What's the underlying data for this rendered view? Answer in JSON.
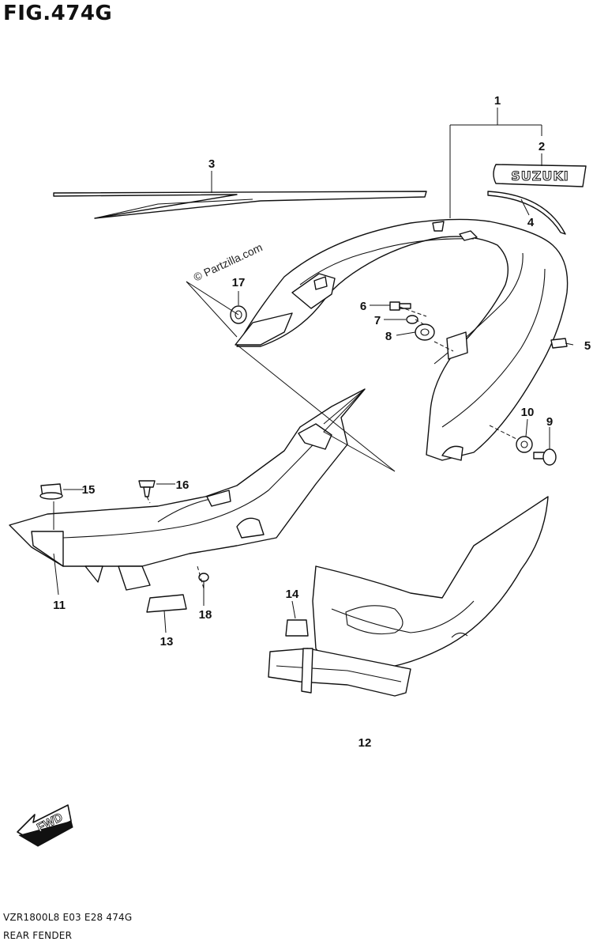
{
  "figure": {
    "title": "FIG.474G"
  },
  "footer": {
    "model_code": "VZR1800L8  E03  E28  474G",
    "section_name": "REAR FENDER"
  },
  "watermark": "© Partzilla.com",
  "badge": {
    "text": "SUZUKI"
  },
  "fwd_arrow": {
    "text": "FWD"
  },
  "callouts": [
    {
      "id": "c1",
      "label": "1"
    },
    {
      "id": "c2",
      "label": "2"
    },
    {
      "id": "c3",
      "label": "3"
    },
    {
      "id": "c4",
      "label": "4"
    },
    {
      "id": "c5",
      "label": "5"
    },
    {
      "id": "c6",
      "label": "6"
    },
    {
      "id": "c7",
      "label": "7"
    },
    {
      "id": "c8",
      "label": "8"
    },
    {
      "id": "c9",
      "label": "9"
    },
    {
      "id": "c10",
      "label": "10"
    },
    {
      "id": "c11",
      "label": "11"
    },
    {
      "id": "c12",
      "label": "12"
    },
    {
      "id": "c13",
      "label": "13"
    },
    {
      "id": "c14",
      "label": "14"
    },
    {
      "id": "c15",
      "label": "15"
    },
    {
      "id": "c16",
      "label": "16"
    },
    {
      "id": "c17",
      "label": "17"
    },
    {
      "id": "c18",
      "label": "18"
    }
  ]
}
